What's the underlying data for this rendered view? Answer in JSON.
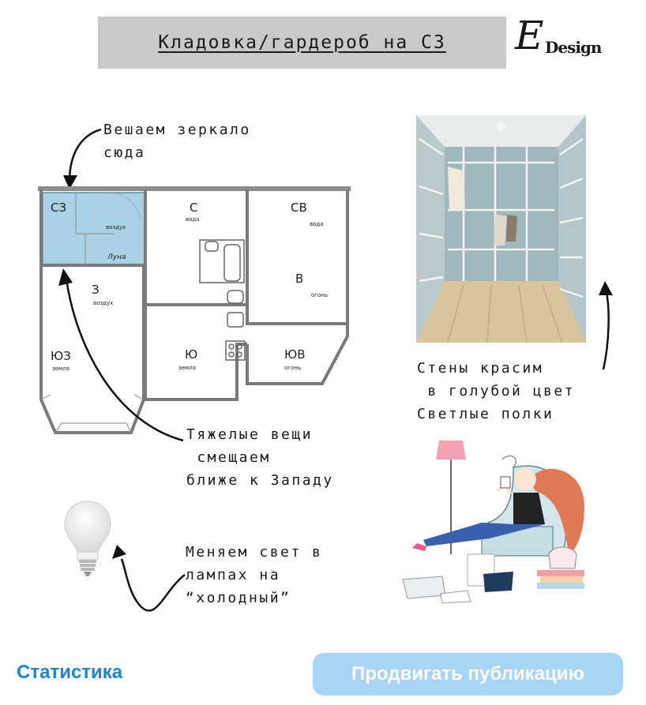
{
  "header": {
    "title": "Кладовка/гардероб на СЗ"
  },
  "logo": {
    "mark": "E",
    "word": "Design"
  },
  "notes": {
    "mirror": "Вешаем зеркало\nсюда",
    "walls": "Стены красим\n в голубой цвет\nСветлые полки",
    "heavy": "Тяжелые вещи\n смещаем\nближе к Западу",
    "light": "Меняем свет в\nлампах на\n“холодный”"
  },
  "plan": {
    "zones": {
      "nw": "СЗ",
      "nw_element": "воздух",
      "nw_extra": "Луна",
      "n": "С",
      "n_element": "вода",
      "ne": "СВ",
      "ne_element": "вода",
      "e": "В",
      "e_element": "огонь",
      "w": "З",
      "w_element": "воздух",
      "sw": "ЮЗ",
      "sw_element": "земля",
      "s": "Ю",
      "s_element": "земля",
      "se": "ЮВ",
      "se_element": "огонь"
    },
    "highlight_color": "#a9d2e6"
  },
  "footer": {
    "stats_label": "Статистика",
    "promote_label": "Продвигать публикацию"
  }
}
